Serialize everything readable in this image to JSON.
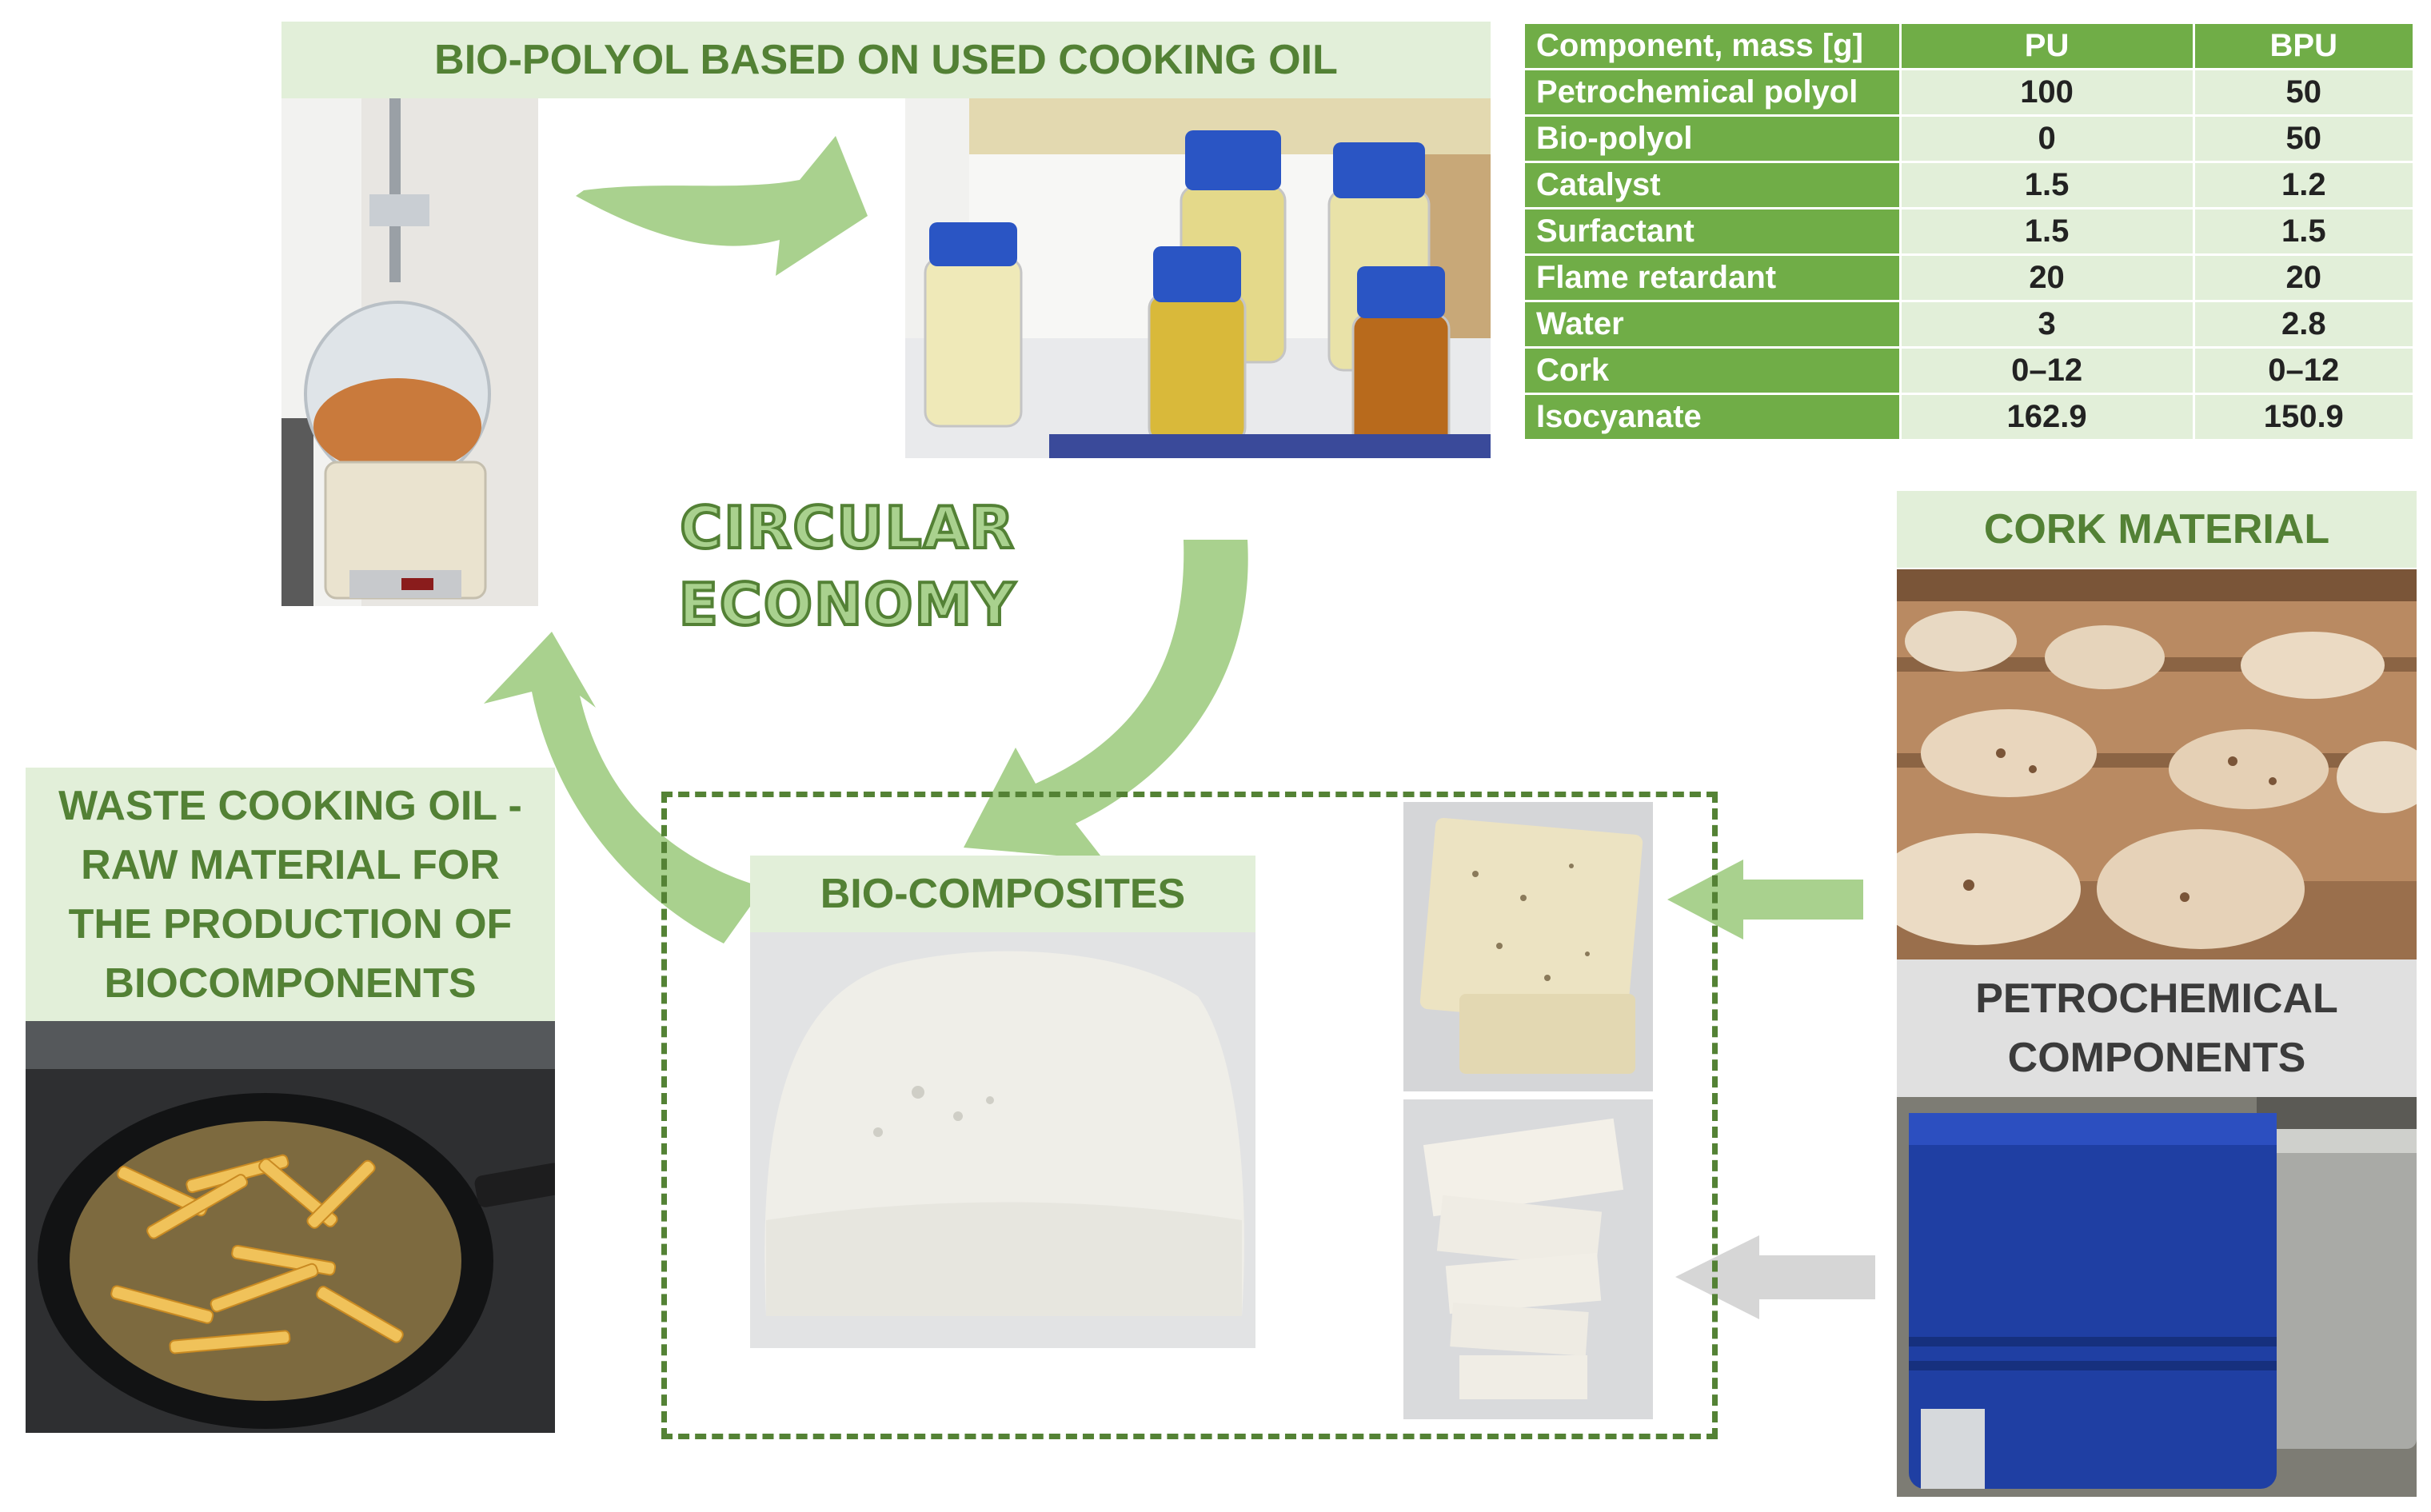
{
  "labels": {
    "bio_polyol": "BIO-POLYOL BASED ON USED COOKING OIL",
    "waste_oil": "WASTE COOKING OIL - RAW MATERIAL FOR THE PRODUCTION OF BIOCOMPONENTS",
    "waste_oil_lines": [
      "WASTE COOKING OIL -",
      "RAW MATERIAL FOR",
      "THE PRODUCTION OF",
      "BIOCOMPONENTS"
    ],
    "bio_composites": "BIO-COMPOSITES",
    "cork_material": "CORK MATERIAL",
    "petro_lines": [
      "PETROCHEMICAL",
      "COMPONENTS"
    ],
    "circular_lines": [
      "CIRCULAR",
      "ECONOMY"
    ]
  },
  "table": {
    "headers": [
      "Component, mass [g]",
      "PU",
      "BPU"
    ],
    "rows": [
      {
        "component": "Petrochemical polyol",
        "pu": "100",
        "bpu": "50"
      },
      {
        "component": "Bio-polyol",
        "pu": "0",
        "bpu": "50"
      },
      {
        "component": "Catalyst",
        "pu": "1.5",
        "bpu": "1.2"
      },
      {
        "component": "Surfactant",
        "pu": "1.5",
        "bpu": "1.5"
      },
      {
        "component": "Flame retardant",
        "pu": "20",
        "bpu": "20"
      },
      {
        "component": "Water",
        "pu": "3",
        "bpu": "2.8"
      },
      {
        "component": "Cork",
        "pu": "0–12",
        "bpu": "0–12"
      },
      {
        "component": "Isocyanate",
        "pu": "162.9",
        "bpu": "150.9"
      }
    ]
  },
  "colors": {
    "band_bg": "#e2efd9",
    "band_text": "#538135",
    "arrow_green": "#a9d18e",
    "table_header": "#70ad47",
    "gray_band": "#e0e0e0"
  }
}
